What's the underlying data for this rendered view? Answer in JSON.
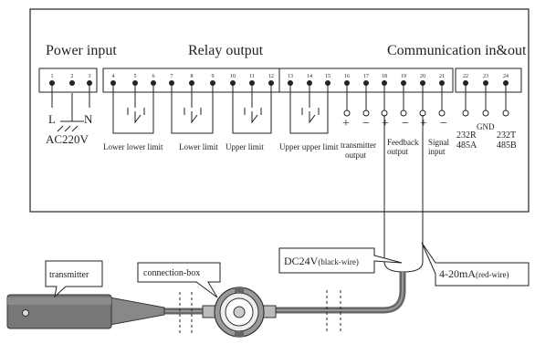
{
  "panel": {
    "power_label": "Power input",
    "relay_label": "Relay output",
    "comm_label": "Communication in&out",
    "terminals": [
      "1",
      "2",
      "3",
      "4",
      "5",
      "6",
      "7",
      "8",
      "9",
      "10",
      "11",
      "12",
      "13",
      "14",
      "15",
      "16",
      "17",
      "18",
      "19",
      "20",
      "21",
      "22",
      "23",
      "24"
    ],
    "power_symbols": [
      "L",
      "N"
    ],
    "power_voltage": "AC220V",
    "relay_labels": [
      "Lower lower limit",
      "Lower limit",
      "Upper limit",
      "Upper upper limit"
    ],
    "polarity": [
      "+",
      "−",
      "+",
      "−",
      "+",
      "−"
    ],
    "transmitter_output": [
      "transmitter",
      "output"
    ],
    "feedback_output": [
      "Feedback",
      "output"
    ],
    "signal_input": [
      "Signal",
      "input"
    ],
    "comm_left": [
      "232R",
      "485A"
    ],
    "comm_gnd": "GND",
    "comm_right": [
      "232T",
      "485B"
    ]
  },
  "field": {
    "transmitter_label": "transmitter",
    "box_label": "connection-box",
    "dc_label": "DC24V",
    "dc_suffix": "(black-wire)",
    "ma_label": "4-20mA",
    "ma_suffix": "(red-wire)"
  }
}
